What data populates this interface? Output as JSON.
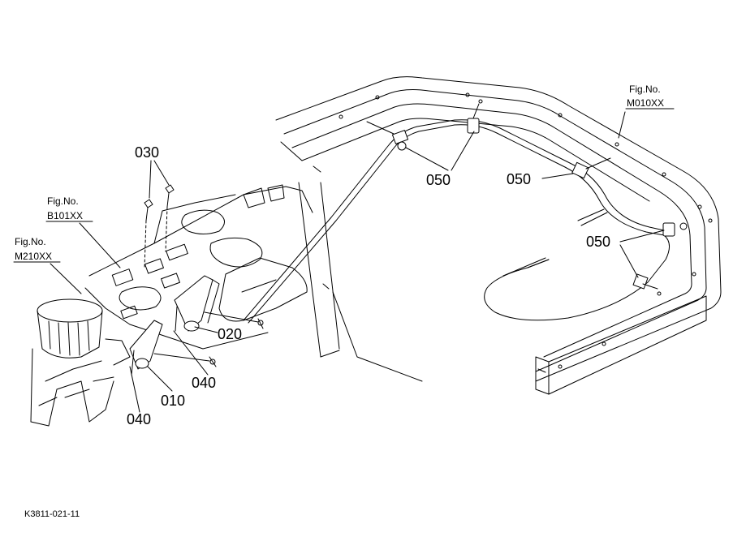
{
  "diagram": {
    "callouts": {
      "p010": "010",
      "p020": "020",
      "p030": "030",
      "p040a": "040",
      "p040b": "040",
      "p050a": "050",
      "p050b": "050",
      "p050c": "050"
    },
    "figure_refs": {
      "m010": {
        "label": "Fig.No.",
        "code": "M010XX"
      },
      "b101": {
        "label": "Fig.No.",
        "code": "B101XX"
      },
      "m210": {
        "label": "Fig.No.",
        "code": "M210XX"
      }
    },
    "drawing_code": "K3811-021-11"
  }
}
